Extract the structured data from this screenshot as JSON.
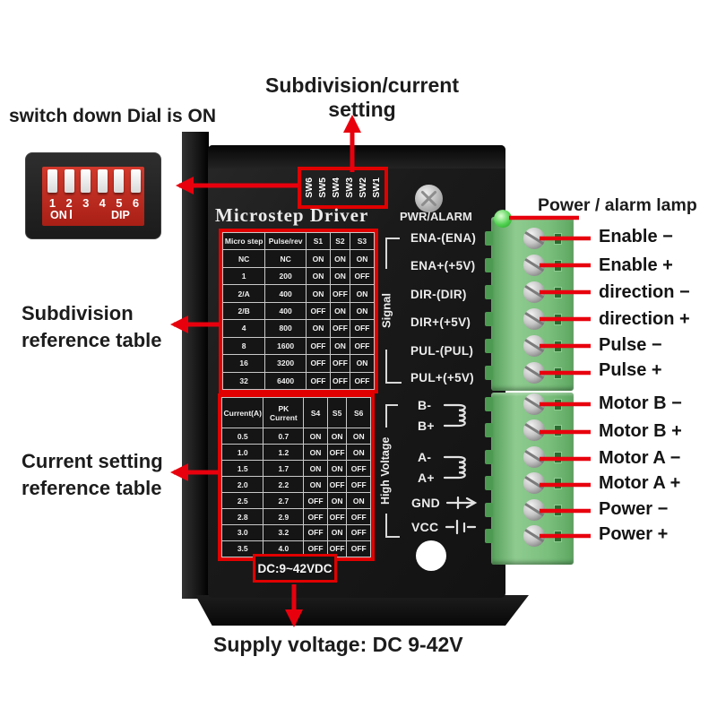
{
  "annotations": {
    "top_title": "Subdivision/current setting",
    "dip_note": "switch down Dial is ON",
    "subdivision_ref": [
      "Subdivision",
      "reference table"
    ],
    "current_ref": [
      "Current setting",
      "reference table"
    ],
    "supply_note": "Supply voltage: DC 9-42V",
    "power_lamp": "Power / alarm lamp"
  },
  "dip_switch": {
    "numbers": [
      "1",
      "2",
      "3",
      "4",
      "5",
      "6"
    ],
    "on_label": "ON",
    "dip_label": "DIP"
  },
  "device": {
    "title": "Microstep Driver",
    "pwr_alarm_label": "PWR/ALARM",
    "sw_labels": [
      "SW6",
      "SW5",
      "SW4",
      "SW3",
      "SW2",
      "SW1"
    ],
    "signal_group_label": "Signal",
    "hv_group_label": "High Voltage",
    "signal_pins": [
      "ENA-(ENA)",
      "ENA+(+5V)",
      "DIR-(DIR)",
      "DIR+(+5V)",
      "PUL-(PUL)",
      "PUL+(+5V)"
    ],
    "hv_pins": [
      "B-",
      "B+",
      "A-",
      "A+",
      "GND",
      "VCC"
    ],
    "dc_rating": "DC:9~42VDC"
  },
  "subdivision_table": {
    "headers": [
      "Micro step",
      "Pulse/rev",
      "S1",
      "S2",
      "S3"
    ],
    "rows": [
      [
        "NC",
        "NC",
        "ON",
        "ON",
        "ON"
      ],
      [
        "1",
        "200",
        "ON",
        "ON",
        "OFF"
      ],
      [
        "2/A",
        "400",
        "ON",
        "OFF",
        "ON"
      ],
      [
        "2/B",
        "400",
        "OFF",
        "ON",
        "ON"
      ],
      [
        "4",
        "800",
        "ON",
        "OFF",
        "OFF"
      ],
      [
        "8",
        "1600",
        "OFF",
        "ON",
        "OFF"
      ],
      [
        "16",
        "3200",
        "OFF",
        "OFF",
        "ON"
      ],
      [
        "32",
        "6400",
        "OFF",
        "OFF",
        "OFF"
      ]
    ]
  },
  "current_table": {
    "headers": [
      "Current(A)",
      "PK Current",
      "S4",
      "S5",
      "S6"
    ],
    "rows": [
      [
        "0.5",
        "0.7",
        "ON",
        "ON",
        "ON"
      ],
      [
        "1.0",
        "1.2",
        "ON",
        "OFF",
        "ON"
      ],
      [
        "1.5",
        "1.7",
        "ON",
        "ON",
        "OFF"
      ],
      [
        "2.0",
        "2.2",
        "ON",
        "OFF",
        "OFF"
      ],
      [
        "2.5",
        "2.7",
        "OFF",
        "ON",
        "ON"
      ],
      [
        "2.8",
        "2.9",
        "OFF",
        "OFF",
        "OFF"
      ],
      [
        "3.0",
        "3.2",
        "OFF",
        "ON",
        "OFF"
      ],
      [
        "3.5",
        "4.0",
        "OFF",
        "OFF",
        "OFF"
      ]
    ]
  },
  "terminal_labels": {
    "signal": [
      "Enable −",
      "Enable +",
      "direction −",
      "direction +",
      "Pulse −",
      "Pulse +"
    ],
    "power": [
      "Motor B −",
      "Motor B +",
      "Motor A −",
      "Motor A +",
      "Power −",
      "Power +"
    ]
  },
  "colors": {
    "annotation_red": "#e8000d",
    "box_red": "#e10000",
    "device_body": "#1b1b1b",
    "connector_green": "#7abf7c",
    "led_green": "#46cc46",
    "dip_red": "#c8271d"
  }
}
